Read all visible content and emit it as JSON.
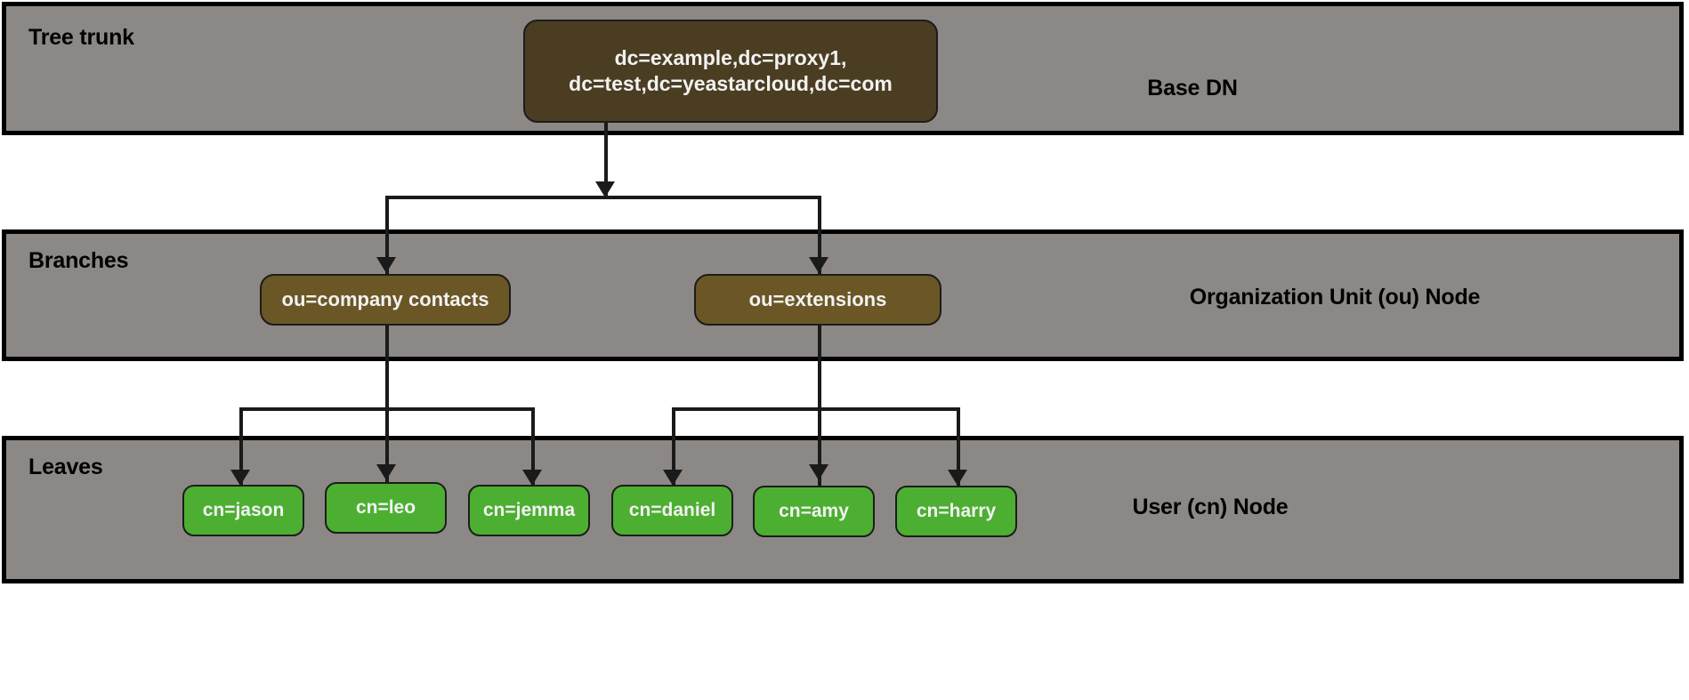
{
  "diagram": {
    "title": "LDAP directory tree structure",
    "colors": {
      "band_fill": "#8c8885",
      "band_border": "#000000",
      "root_node": "#4a3d21",
      "ou_node": "#6b5726",
      "cn_node": "#4caf31",
      "connector": "#1a1a1a",
      "node_text": "#f2f2f2",
      "label_text": "#000000"
    },
    "tiers": [
      {
        "id": "trunk",
        "tier_label": "Tree trunk",
        "role_label": "Base DN"
      },
      {
        "id": "branches",
        "tier_label": "Branches",
        "role_label": "Organization Unit (ou) Node"
      },
      {
        "id": "leaves",
        "tier_label": "Leaves",
        "role_label": "User (cn) Node"
      }
    ],
    "root_node": {
      "label": "dc=example,dc=proxy1,\ndc=test,dc=yeastarcloud,dc=com"
    },
    "ou_nodes": [
      {
        "label": "ou=company contacts"
      },
      {
        "label": "ou=extensions"
      }
    ],
    "cn_nodes": [
      {
        "label": "cn=jason",
        "parent": "ou=company contacts"
      },
      {
        "label": "cn=leo",
        "parent": "ou=company contacts"
      },
      {
        "label": "cn=jemma",
        "parent": "ou=company contacts"
      },
      {
        "label": "cn=daniel",
        "parent": "ou=extensions"
      },
      {
        "label": "cn=amy",
        "parent": "ou=extensions"
      },
      {
        "label": "cn=harry",
        "parent": "ou=extensions"
      }
    ]
  }
}
